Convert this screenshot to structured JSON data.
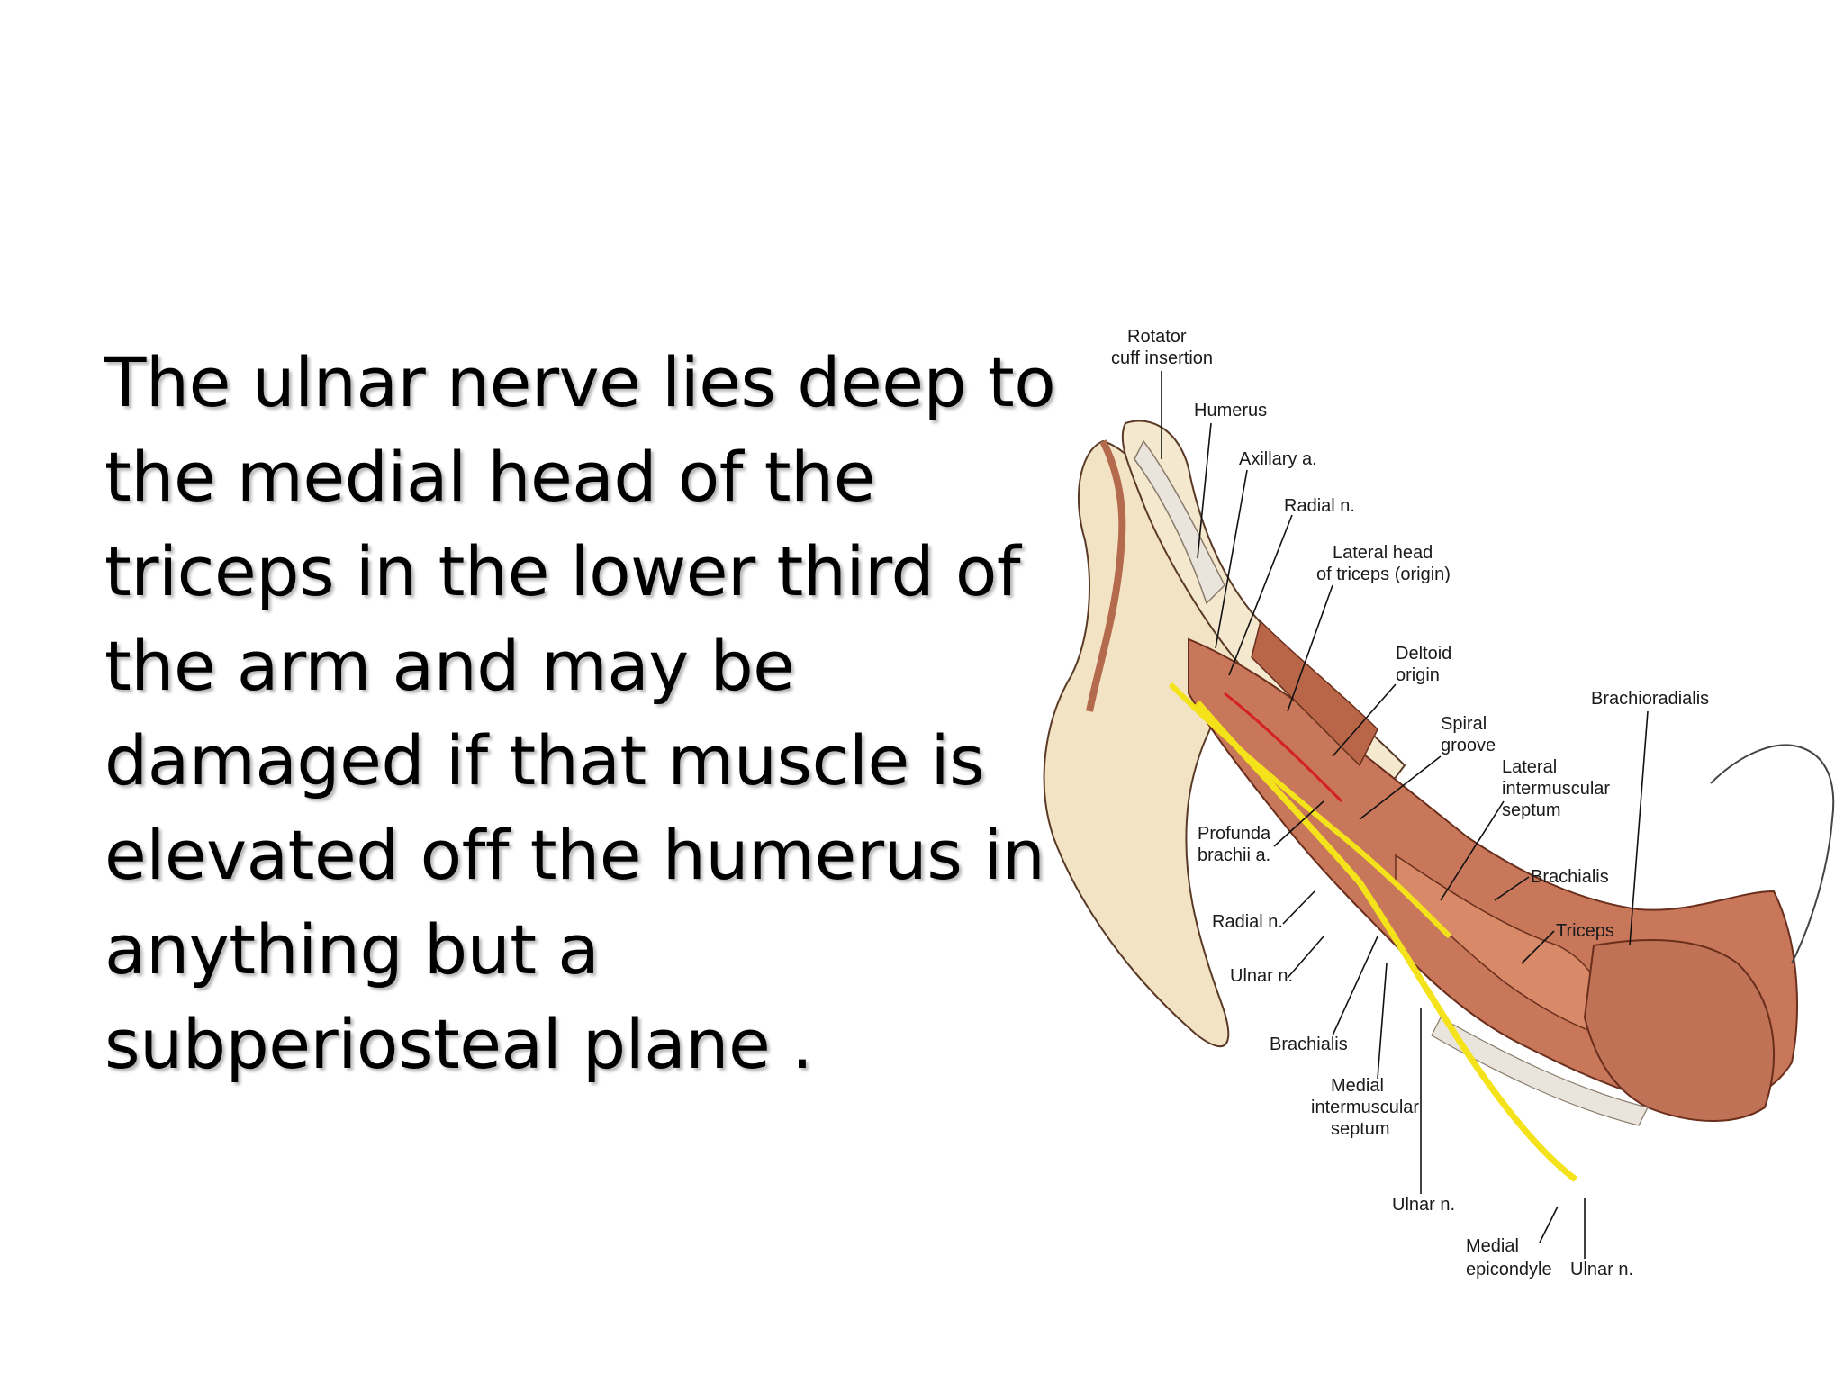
{
  "slide": {
    "text_lines": [
      "The ulnar nerve lies deep to",
      "the medial head of the",
      "triceps in the lower third of",
      "the arm and may be",
      "damaged if that muscle is",
      "elevated off the humerus in",
      "anything but a",
      "subperiosteal plane ."
    ]
  },
  "figure": {
    "labels": {
      "rotator_cuff_1": "Rotator",
      "rotator_cuff_2": "cuff insertion",
      "humerus": "Humerus",
      "axillary": "Axillary a.",
      "radial_top": "Radial n.",
      "lateral_head_1": "Lateral head",
      "lateral_head_2": "of triceps (origin)",
      "deltoid_1": "Deltoid",
      "deltoid_2": "origin",
      "spiral_1": "Spiral",
      "spiral_2": "groove",
      "brachioradialis": "Brachioradialis",
      "lat_septum_1": "Lateral",
      "lat_septum_2": "intermuscular",
      "lat_septum_3": "septum",
      "profunda_1": "Profunda",
      "profunda_2": "brachii a.",
      "brachialis_right": "Brachialis",
      "radial_mid": "Radial n.",
      "triceps": "Triceps",
      "ulnar_mid": "Ulnar n.",
      "brachialis_low": "Brachialis",
      "med_septum_1": "Medial",
      "med_septum_2": "intermuscular",
      "med_septum_3": "septum",
      "ulnar_low": "Ulnar n.",
      "epicondyle_1": "Medial",
      "epicondyle_2": "epicondyle",
      "ulnar_bottom": "Ulnar n."
    },
    "colors": {
      "bone": "#f2e3c4",
      "muscle": "#c8775a",
      "muscle_dark": "#9a4a32",
      "nerve": "#f4e21a",
      "artery": "#d42020",
      "tendon": "#e9e4dc"
    }
  }
}
